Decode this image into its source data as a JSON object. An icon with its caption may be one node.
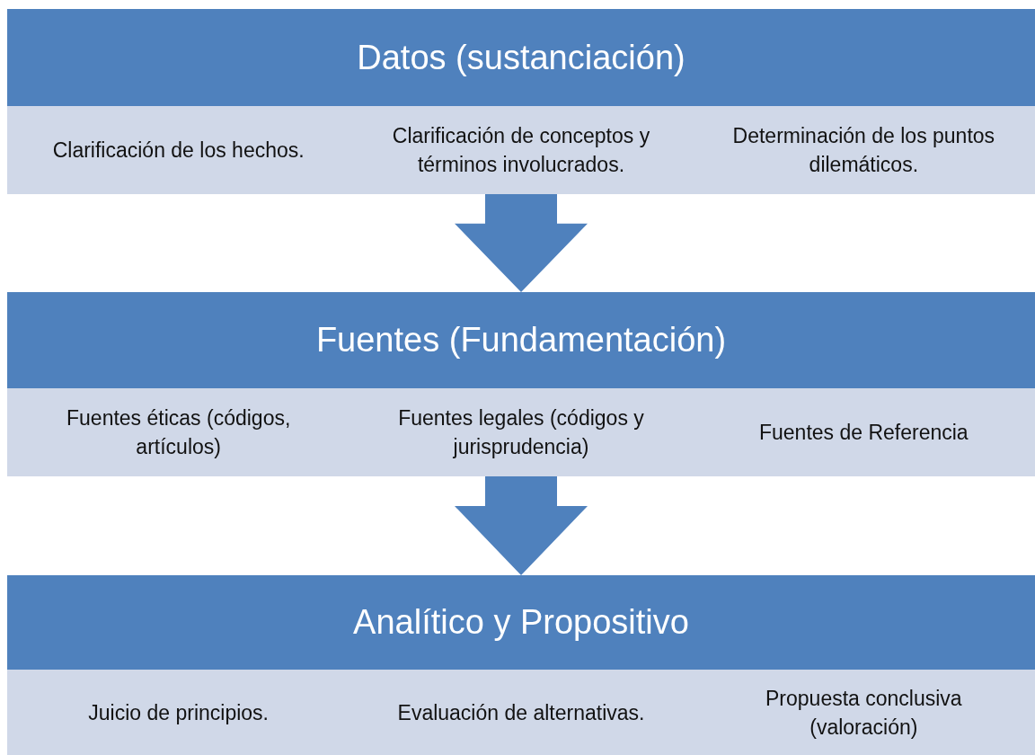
{
  "diagram": {
    "nodes": [
      {
        "text": [
          "Datos (sustanciación)"
        ]
      },
      {
        "text": [
          "Clarificación de los hechos.",
          "Clarificación de conceptos y términos involucrados.",
          "Determinación de los puntos dilemáticos."
        ]
      },
      {
        "text": [
          "Fuentes (Fundamentación)"
        ]
      },
      {
        "text": [
          "Fuentes éticas (códigos, artículos)",
          "Fuentes legales (códigos y jurisprudencia)",
          "Fuentes de Referencia"
        ]
      },
      {
        "text": [
          "Analítico y Propositivo"
        ]
      },
      {
        "text": [
          "Juicio de principios.",
          "Evaluación de alternativas.",
          "Propuesta conclusiva (valoración)"
        ]
      }
    ],
    "edges": [
      {
        "from": 1,
        "to": 2,
        "arrow": "to"
      },
      {
        "from": 3,
        "to": 4,
        "arrow": "to"
      }
    ]
  }
}
